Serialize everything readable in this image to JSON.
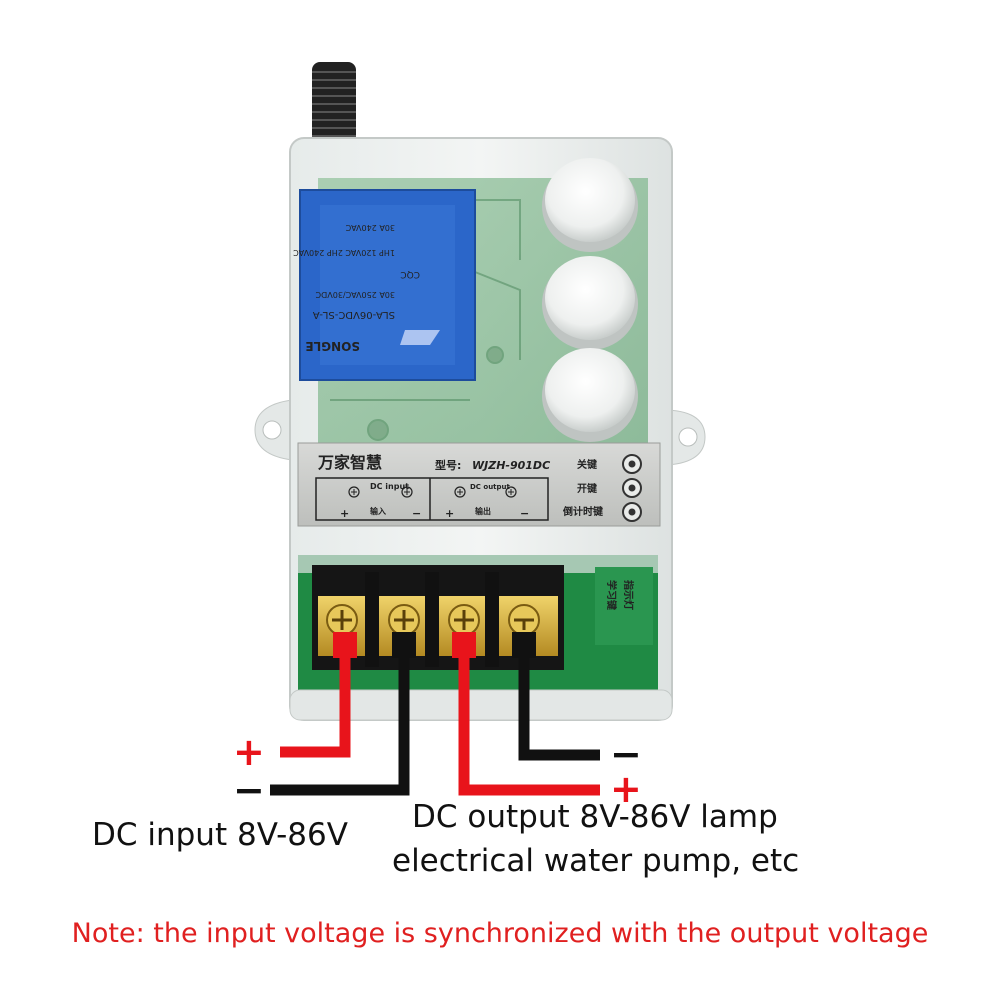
{
  "device": {
    "brand": "万家智慧",
    "model_label": "型号:",
    "model": "WJZH-901DC",
    "buttons": [
      {
        "label": "关键"
      },
      {
        "label": "开键"
      },
      {
        "label": "倒计时键"
      }
    ],
    "terminal": {
      "input_en": "DC input",
      "input_cn": "输入",
      "output_en": "DC output",
      "output_cn": "输出",
      "plus": "+",
      "minus": "−"
    },
    "relay": {
      "brand": "SONGLE",
      "model": "SLA-06VDC-SL-A",
      "rating_1": "30A 250VAC/30VDC",
      "rating_2": "1HP 120VAC  2HP 240VAC",
      "rating_3": "30A 240VAC",
      "cert": "CQC"
    },
    "side_labels": [
      "学习键",
      "指示灯"
    ]
  },
  "wires": {
    "input_plus": "+",
    "input_minus": "−",
    "output_minus": "−",
    "output_plus": "+",
    "colors": {
      "positive": "#e8141b",
      "negative": "#111111"
    }
  },
  "captions": {
    "input": "DC input 8V-86V",
    "output_line1": "DC output 8V-86V lamp",
    "output_line2": "electrical water pump, etc",
    "note": "Note: the input voltage is synchronized with the output voltage"
  }
}
